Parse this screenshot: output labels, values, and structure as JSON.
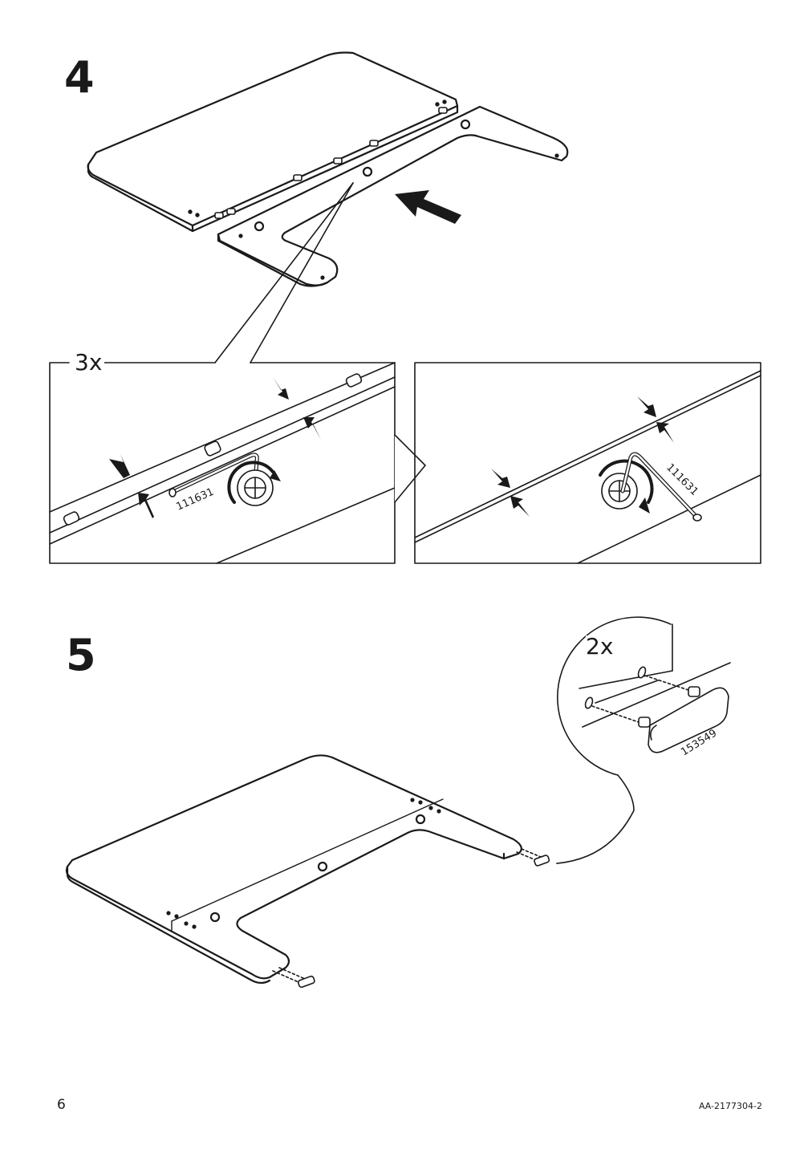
{
  "steps": {
    "step4": {
      "number": "4",
      "quantity": "3x",
      "tool_part_number_left": "111631",
      "tool_part_number_right": "111631"
    },
    "step5": {
      "number": "5",
      "quantity": "2x",
      "cap_part_number": "153549"
    }
  },
  "footer": {
    "page_number": "6",
    "document_code": "AA-2177304-2"
  },
  "icons": [
    "push-arrow-icon",
    "rotate-arrow-icon",
    "allen-key-icon",
    "cam-lock-icon",
    "dowel-icon",
    "end-cap-icon"
  ]
}
